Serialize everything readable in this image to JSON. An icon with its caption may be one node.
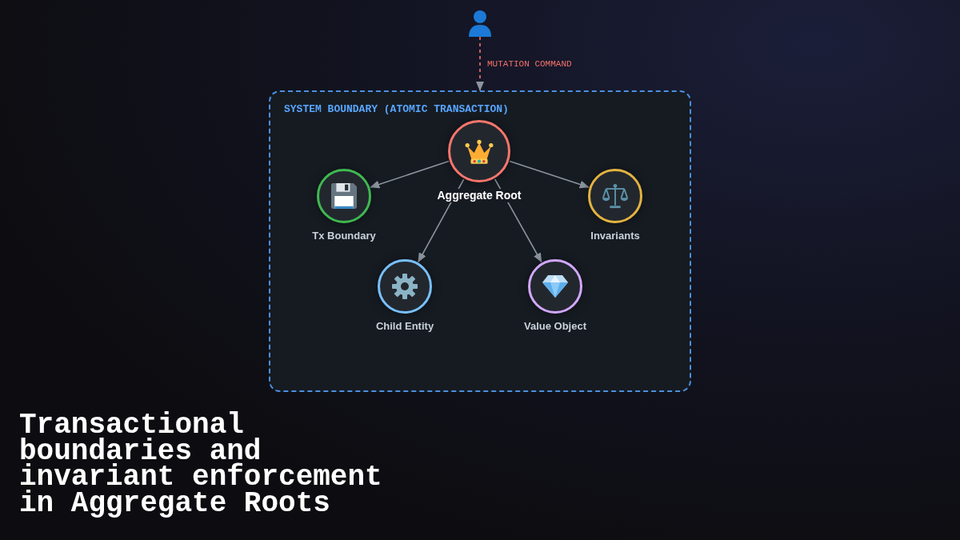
{
  "diagram": {
    "title": "Transactional boundaries and invariant enforcement in Aggregate Roots",
    "nodes": [
      {
        "text": [],
        "shape": "person"
      },
      {
        "text": [
          "SYSTEM BOUNDARY (ATOMIC TRANSACTION)"
        ]
      },
      {
        "text": [
          "Aggregate Root"
        ],
        "in": 1
      },
      {
        "text": [
          "Tx Boundary"
        ],
        "in": 1
      },
      {
        "text": [
          "Invariants"
        ],
        "in": 1
      },
      {
        "text": [
          "Child Entity"
        ],
        "in": 1
      },
      {
        "text": [
          "Value Object"
        ],
        "in": 1
      }
    ],
    "edges": [
      {
        "from": 0,
        "to": 1,
        "arrow": "to",
        "label": "MUTATION COMMAND",
        "style": "dashed",
        "color": "#f47067"
      },
      {
        "from": 2,
        "to": 3,
        "arrow": "to"
      },
      {
        "from": 2,
        "to": 4,
        "arrow": "to"
      },
      {
        "from": 2,
        "to": 5,
        "arrow": "to"
      },
      {
        "from": 2,
        "to": 6,
        "arrow": "to"
      }
    ]
  }
}
